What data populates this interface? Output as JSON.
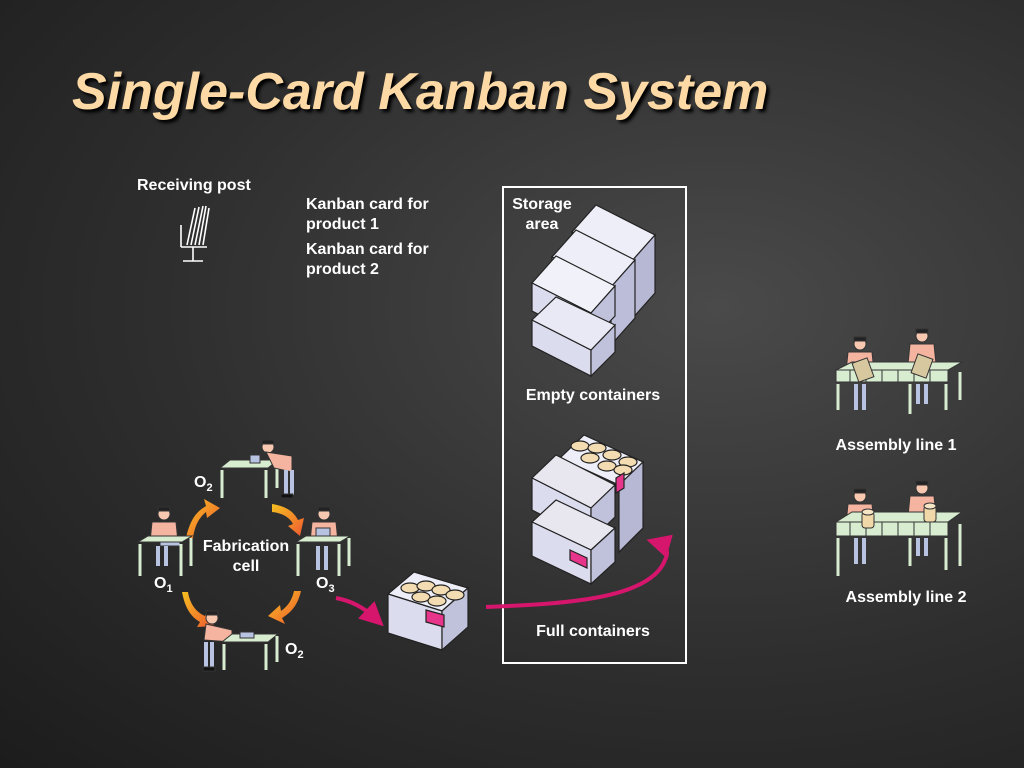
{
  "title": "Single-Card Kanban System",
  "receiving_post": "Receiving post",
  "kanban_card_1": "Kanban card for product 1",
  "kanban_card_1_l1": "Kanban card for",
  "kanban_card_1_l2": "product 1",
  "kanban_card_2_l1": "Kanban card for",
  "kanban_card_2_l2": "product 2",
  "storage_area_l1": "Storage",
  "storage_area_l2": "area",
  "empty_containers": "Empty containers",
  "full_containers": "Full containers",
  "fabrication_cell_l1": "Fabrication",
  "fabrication_cell_l2": "cell",
  "operators": {
    "o1": "O",
    "o1_sub": "1",
    "o2_top": "O",
    "o2_top_sub": "2",
    "o2_bottom": "O",
    "o2_bottom_sub": "2",
    "o3": "O",
    "o3_sub": "3"
  },
  "assembly_line_1": "Assembly line 1",
  "assembly_line_2": "Assembly line 2",
  "colors": {
    "background": "#2e2e2e",
    "title": "#fcd9a5",
    "magenta_arrow": "#d6156c",
    "cycle_arrow_start": "#f0b020",
    "cycle_arrow_end": "#f06030",
    "container": "#d8d8ea",
    "table": "#d8ecd0"
  }
}
